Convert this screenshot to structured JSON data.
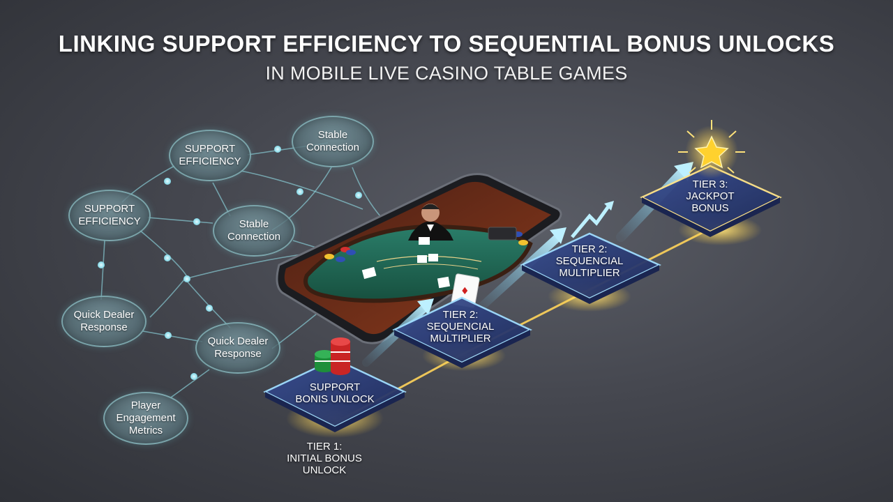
{
  "header": {
    "title": "LINKING SUPPORT EFFICIENCY TO SEQUENTIAL BONUS UNLOCKS",
    "subtitle": "IN MOBILE LIVE CASINO TABLE GAMES"
  },
  "network": {
    "nodes": [
      {
        "id": "support-efficiency-top",
        "label": "SUPPORT\nEFFICIENCY"
      },
      {
        "id": "stable-connection-top",
        "label": "Stable\nConnection"
      },
      {
        "id": "support-efficiency-left",
        "label": "SUPPORT\nEFFICIENCY"
      },
      {
        "id": "stable-connection-mid",
        "label": "Stable\nConnection"
      },
      {
        "id": "quick-dealer-left",
        "label": "Quick Dealer\nResponse"
      },
      {
        "id": "quick-dealer-mid",
        "label": "Quick Dealer\nResponse"
      },
      {
        "id": "player-engagement",
        "label": "Player\nEngagement\nMetrics"
      }
    ]
  },
  "tiers": {
    "tile1": "SUPPORT\nBONIS UNLOCK",
    "tile2": "TIER 2:\nSEQUENCIAL\nMULTIPLIER",
    "tile3": "TIER 2:\nSEQUENCIAL\nMULTIPLIER",
    "tile4": "TIER 3:\nJACKPOT\nBONUS",
    "tier1_caption": "TIER 1:\nINITIAL BONUS\nUNLOCK"
  },
  "colors": {
    "accent_glow": "#ffd45a",
    "tile_blue": "#2d3f7a",
    "arrow_blue": "#6fc9f0",
    "table_felt": "#1f6b58"
  },
  "icons": [
    "star-icon",
    "chip-stack-icon",
    "playing-card-icon",
    "dealer-figure",
    "growth-arrow-icon"
  ]
}
